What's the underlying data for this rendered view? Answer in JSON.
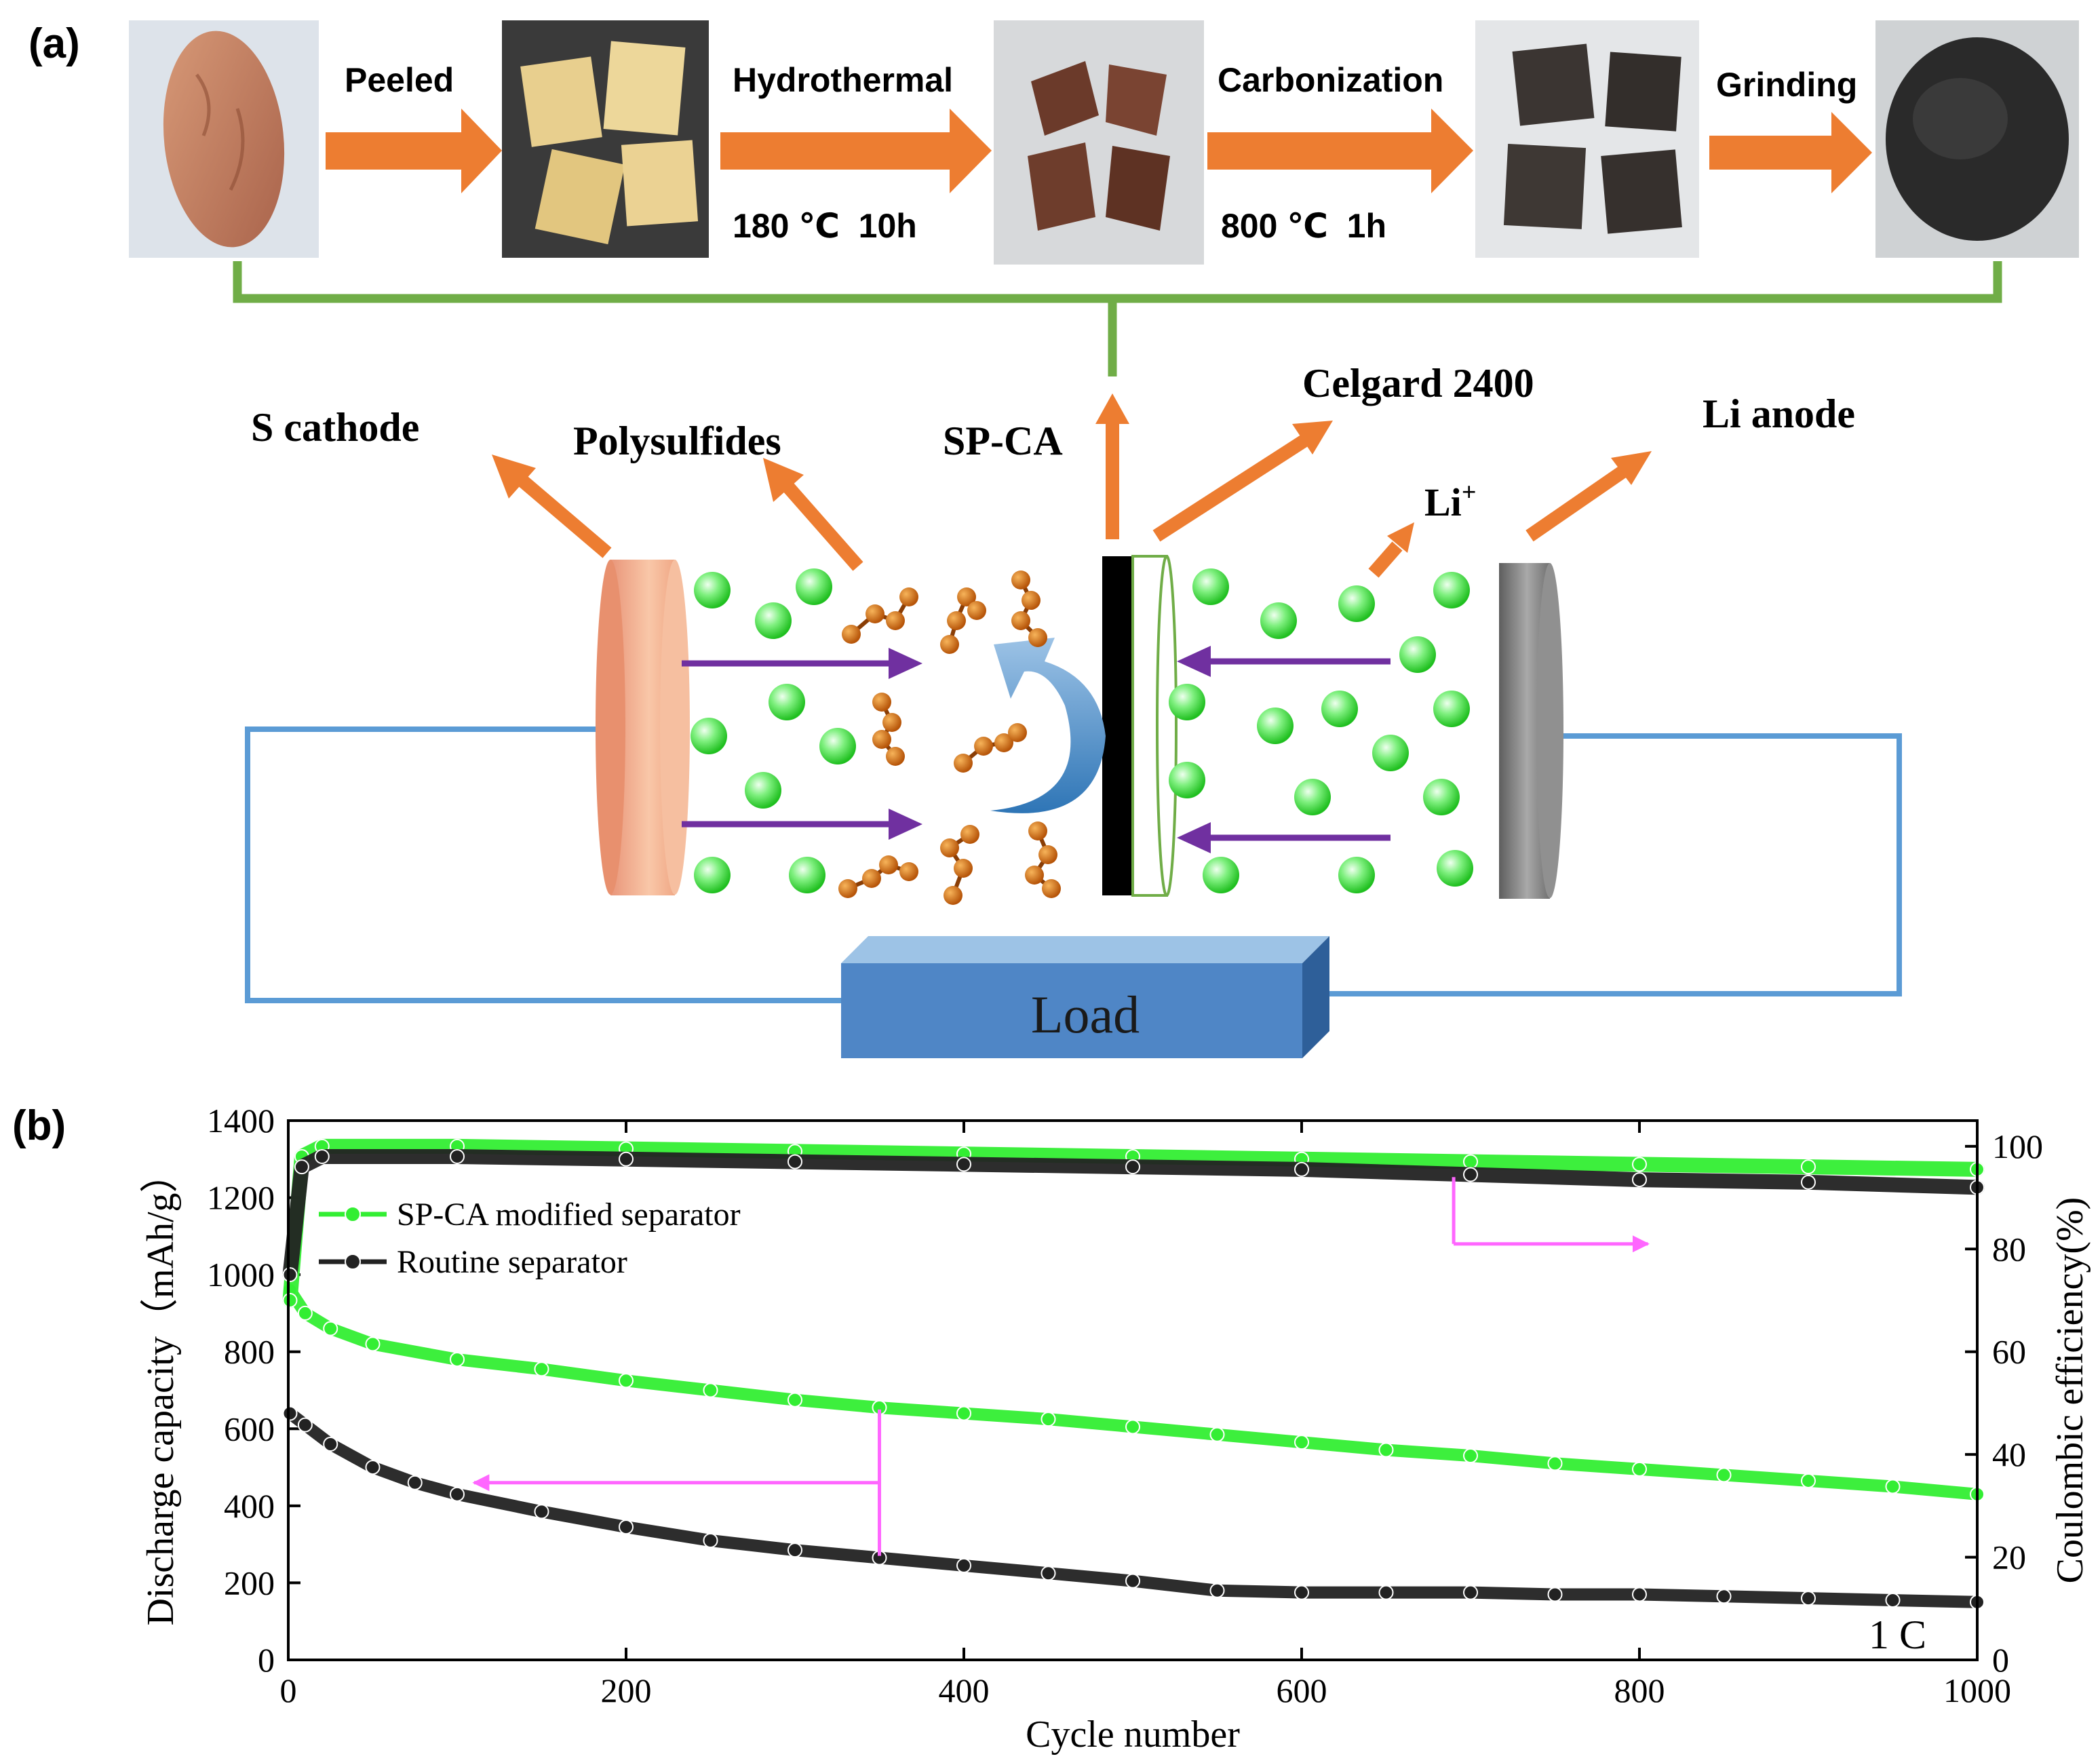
{
  "panel_a": {
    "label": "(a)",
    "process": {
      "steps": [
        {
          "label": "Peeled",
          "condition": ""
        },
        {
          "label": "Hydrothermal",
          "condition": "180 ℃  10h"
        },
        {
          "label": "Carbonization",
          "condition": "800 ℃  1h"
        },
        {
          "label": "Grinding",
          "condition": ""
        }
      ]
    },
    "cell": {
      "s_cathode": "S cathode",
      "polysulfides": "Polysulfides",
      "sp_ca": "SP-CA",
      "celgard": "Celgard 2400",
      "li_anode": "Li anode",
      "li_ion": "Li",
      "li_ion_charge": "+",
      "load": "Load"
    },
    "colors": {
      "process_arrow": "#ED7D31",
      "bracket": "#70AD47",
      "circuit": "#5B9BD5",
      "load_box": "#4F86C6",
      "li_ion_arrow": "#7030A0",
      "cathode": "#F4B183",
      "anode": "#808080",
      "li_ion": "#33DD33",
      "polysulfide": "#D86A10"
    }
  },
  "panel_b": {
    "label": "(b)"
  },
  "chart_data": {
    "type": "line",
    "xlabel": "Cycle number",
    "ylabel": "Discharge capacity（mAh/g）",
    "y2label": "Coulombic efficiency(%)",
    "xlim": [
      0,
      1000
    ],
    "ylim": [
      0,
      1400
    ],
    "y2lim": [
      0,
      105
    ],
    "xticks": [
      "0",
      "200",
      "400",
      "600",
      "800",
      "1000"
    ],
    "yticks": [
      "0",
      "200",
      "400",
      "600",
      "800",
      "1000",
      "1200",
      "1400"
    ],
    "y2ticks": [
      "0",
      "20",
      "40",
      "60",
      "80",
      "100"
    ],
    "annotation": "1 C",
    "legend_position": "top-left",
    "series": [
      {
        "name": "SP-CA modified separator",
        "color": "#33EE33",
        "axis": "left",
        "x": [
          1,
          10,
          25,
          50,
          100,
          150,
          200,
          250,
          300,
          350,
          400,
          450,
          500,
          550,
          600,
          650,
          700,
          750,
          800,
          850,
          900,
          950,
          1000
        ],
        "y": [
          960,
          900,
          860,
          820,
          780,
          755,
          725,
          700,
          675,
          655,
          640,
          625,
          605,
          585,
          565,
          545,
          530,
          510,
          495,
          480,
          465,
          450,
          430
        ]
      },
      {
        "name": "Routine separator",
        "color": "#222222",
        "axis": "left",
        "x": [
          1,
          10,
          25,
          50,
          75,
          100,
          150,
          200,
          250,
          300,
          350,
          400,
          450,
          500,
          550,
          600,
          650,
          700,
          750,
          800,
          850,
          900,
          950,
          1000
        ],
        "y": [
          640,
          610,
          560,
          500,
          460,
          430,
          385,
          345,
          310,
          285,
          265,
          245,
          225,
          205,
          180,
          175,
          175,
          175,
          170,
          170,
          165,
          160,
          155,
          150
        ]
      },
      {
        "name": "SP-CA modified separator",
        "color": "#33EE33",
        "axis": "right",
        "x": [
          1,
          8,
          20,
          100,
          200,
          300,
          400,
          500,
          600,
          700,
          800,
          900,
          1000
        ],
        "y": [
          70,
          98,
          100,
          100,
          99.5,
          99,
          98.5,
          98,
          97.5,
          97,
          96.5,
          96,
          95.5
        ]
      },
      {
        "name": "Routine separator",
        "color": "#222222",
        "axis": "right",
        "x": [
          1,
          8,
          20,
          100,
          200,
          300,
          400,
          500,
          600,
          700,
          800,
          900,
          1000
        ],
        "y": [
          75,
          96,
          98,
          98,
          97.5,
          97,
          96.5,
          96,
          95.5,
          94.5,
          93.5,
          93,
          92
        ]
      }
    ]
  }
}
